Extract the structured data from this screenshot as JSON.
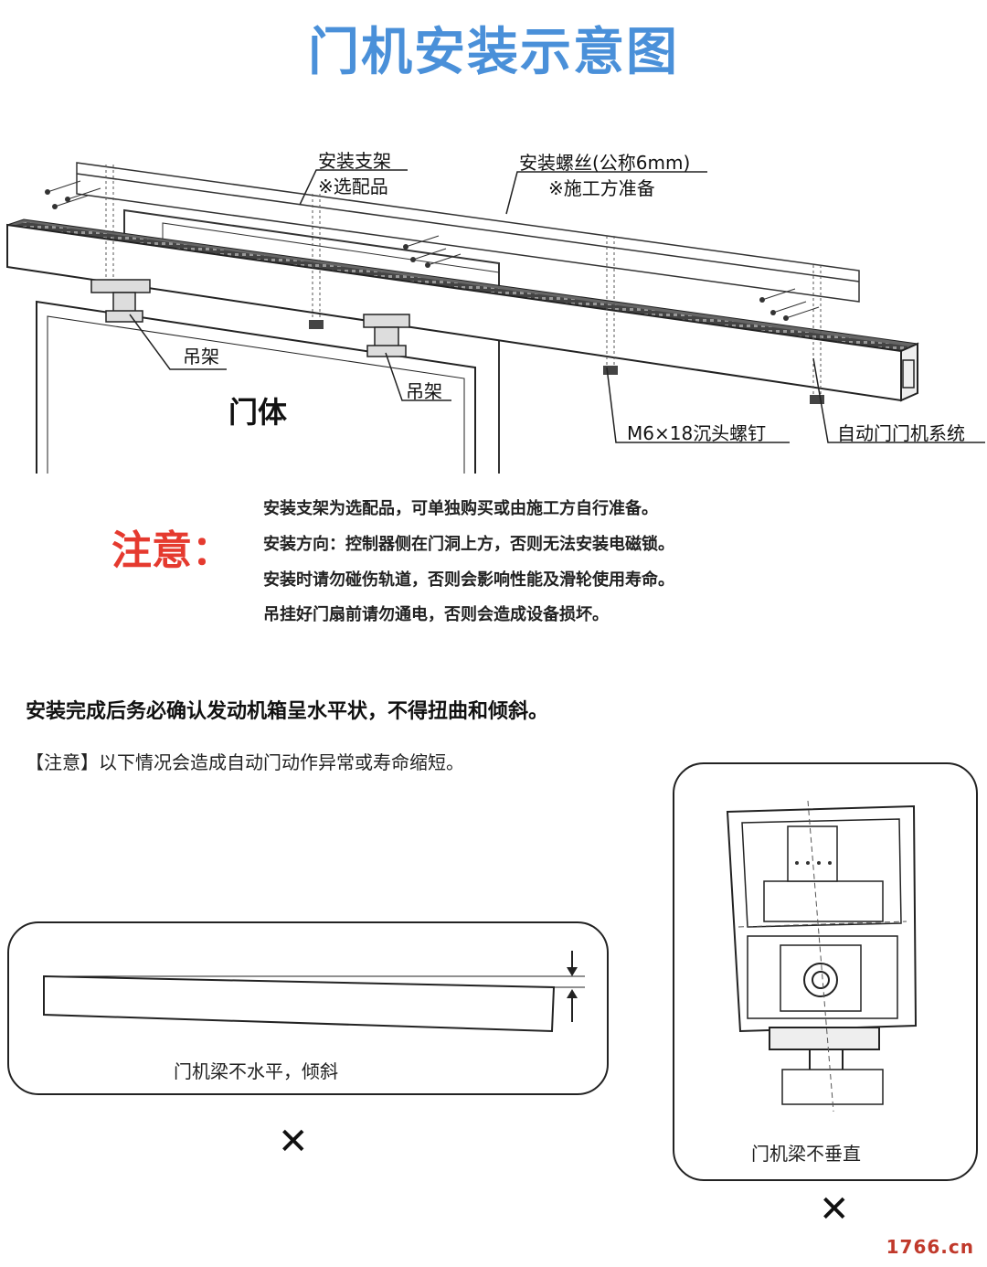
{
  "title": "门机安装示意图",
  "diagram": {
    "labels": {
      "bracket": "安装支架",
      "bracket_note": "※选配品",
      "screw": "安装螺丝(公称6mm)",
      "screw_note": "※施工方准备",
      "hanger_left": "吊架",
      "hanger_right": "吊架",
      "door": "门体",
      "countersunk": "M6×18沉头螺钉",
      "system": "自动门门机系统"
    }
  },
  "notes": {
    "heading": "注意：",
    "lines": [
      "安装支架为选配品，可单独购买或由施工方自行准备。",
      "安装方向：控制器侧在门洞上方，否则无法安装电磁锁。",
      "安装时请勿碰伤轨道，否则会影响性能及滑轮使用寿命。",
      "吊挂好门扇前请勿通电，否则会造成设备损坏。"
    ]
  },
  "requirement": "安装完成后务必确认发动机箱呈水平状，不得扭曲和倾斜。",
  "caution": "【注意】以下情况会造成自动门动作异常或寿命缩短。",
  "examples": {
    "tilt_caption": "门机梁不水平，倾斜",
    "vertical_caption": "门机梁不垂直",
    "wrong_mark": "✕"
  },
  "watermark": "1766.cn",
  "colors": {
    "title": "#4a90d9",
    "warning": "#e53a2f",
    "watermark": "#c0392b"
  }
}
